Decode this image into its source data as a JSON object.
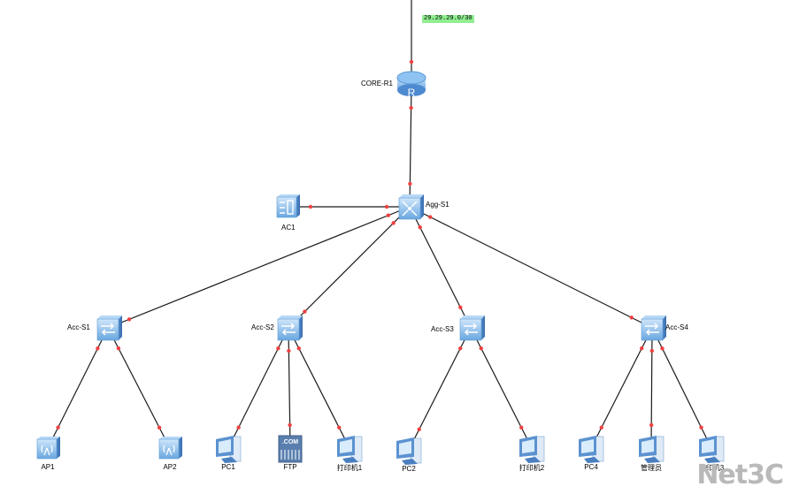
{
  "diagram": {
    "subnet_label": "29.29.29.0/30",
    "watermark": "Net3C",
    "colors": {
      "link": "#1a1a1a",
      "port_dot": "#f04040",
      "device_blue": "#5b9bd5",
      "subnet_bg": "#90ee90"
    },
    "nodes": [
      {
        "id": "core-r1",
        "label": "CORE-R1",
        "type": "router"
      },
      {
        "id": "agg-s1",
        "label": "Agg-S1",
        "type": "core-switch"
      },
      {
        "id": "ac1",
        "label": "AC1",
        "type": "wireless-controller"
      },
      {
        "id": "acc-s1",
        "label": "Acc-S1",
        "type": "switch"
      },
      {
        "id": "acc-s2",
        "label": "Acc-S2",
        "type": "switch"
      },
      {
        "id": "acc-s3",
        "label": "Acc-S3",
        "type": "switch"
      },
      {
        "id": "acc-s4",
        "label": "Acc-S4",
        "type": "switch"
      },
      {
        "id": "ap1",
        "label": "AP1",
        "type": "access-point"
      },
      {
        "id": "ap2",
        "label": "AP2",
        "type": "access-point"
      },
      {
        "id": "pc1",
        "label": "PC1",
        "type": "pc"
      },
      {
        "id": "ftp",
        "label": "FTP",
        "type": "server"
      },
      {
        "id": "printer1",
        "label": "打印机1",
        "type": "pc"
      },
      {
        "id": "pc2",
        "label": "PC2",
        "type": "pc"
      },
      {
        "id": "printer2",
        "label": "打印机2",
        "type": "pc"
      },
      {
        "id": "pc4",
        "label": "PC4",
        "type": "pc"
      },
      {
        "id": "admin",
        "label": "管理员",
        "type": "pc"
      },
      {
        "id": "printer3",
        "label": "打印机3",
        "type": "pc"
      }
    ],
    "links": [
      [
        "uplink",
        "core-r1"
      ],
      [
        "core-r1",
        "agg-s1"
      ],
      [
        "ac1",
        "agg-s1"
      ],
      [
        "agg-s1",
        "acc-s1"
      ],
      [
        "agg-s1",
        "acc-s2"
      ],
      [
        "agg-s1",
        "acc-s3"
      ],
      [
        "agg-s1",
        "acc-s4"
      ],
      [
        "acc-s1",
        "ap1"
      ],
      [
        "acc-s1",
        "ap2"
      ],
      [
        "acc-s2",
        "pc1"
      ],
      [
        "acc-s2",
        "ftp"
      ],
      [
        "acc-s2",
        "printer1"
      ],
      [
        "acc-s3",
        "pc2"
      ],
      [
        "acc-s3",
        "printer2"
      ],
      [
        "acc-s4",
        "pc4"
      ],
      [
        "acc-s4",
        "admin"
      ],
      [
        "acc-s4",
        "printer3"
      ]
    ]
  }
}
